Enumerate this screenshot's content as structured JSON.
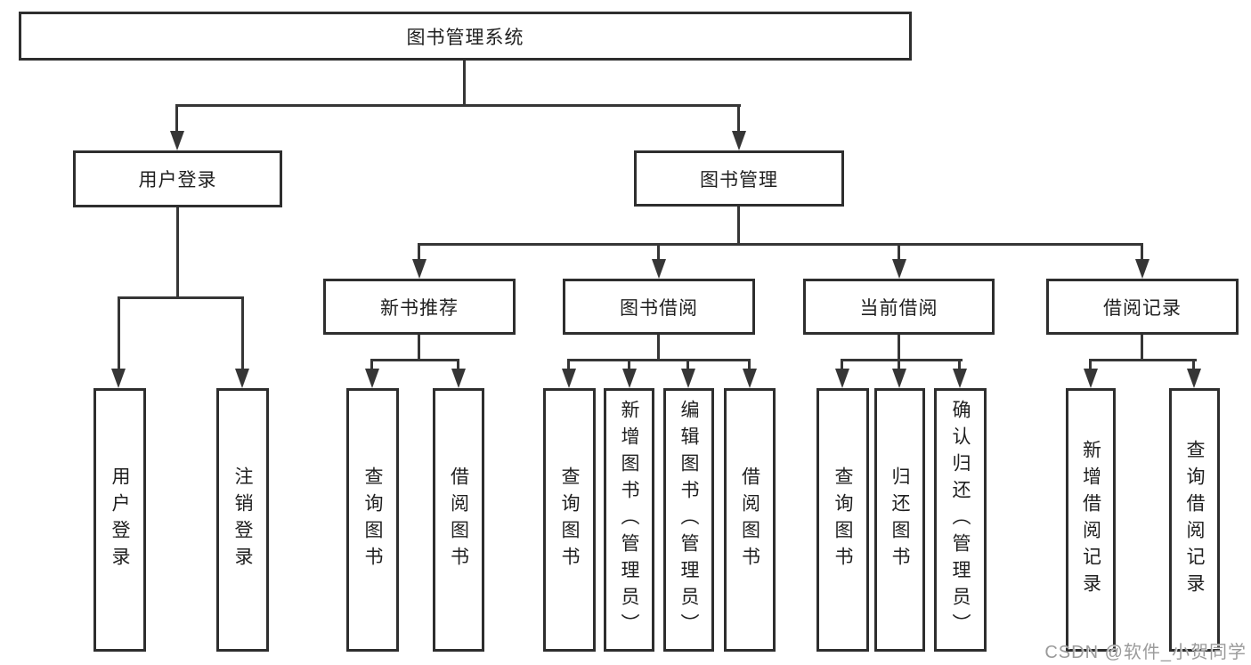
{
  "diagram": {
    "root": "图书管理系统",
    "branches": [
      {
        "label": "用户登录",
        "children": [
          "用户登录",
          "注销登录"
        ]
      },
      {
        "label": "图书管理",
        "children": [
          {
            "label": "新书推荐",
            "children": [
              "查询图书",
              "借阅图书"
            ]
          },
          {
            "label": "图书借阅",
            "children": [
              "查询图书",
              "新增图书（管理员）",
              "编辑图书（管理员）",
              "借阅图书"
            ]
          },
          {
            "label": "当前借阅",
            "children": [
              "查询图书",
              "归还图书",
              "确认归还（管理员）"
            ]
          },
          {
            "label": "借阅记录",
            "children": [
              "新增借阅记录",
              "查询借阅记录"
            ]
          }
        ]
      }
    ]
  },
  "watermark": {
    "text": "CSDN @软件_小贺同学"
  },
  "colors": {
    "background": "#ffffff",
    "line": "#363636",
    "box_border": "#2e2e2e",
    "text": "#1f1f1f",
    "watermark": "#9b9b9b"
  }
}
